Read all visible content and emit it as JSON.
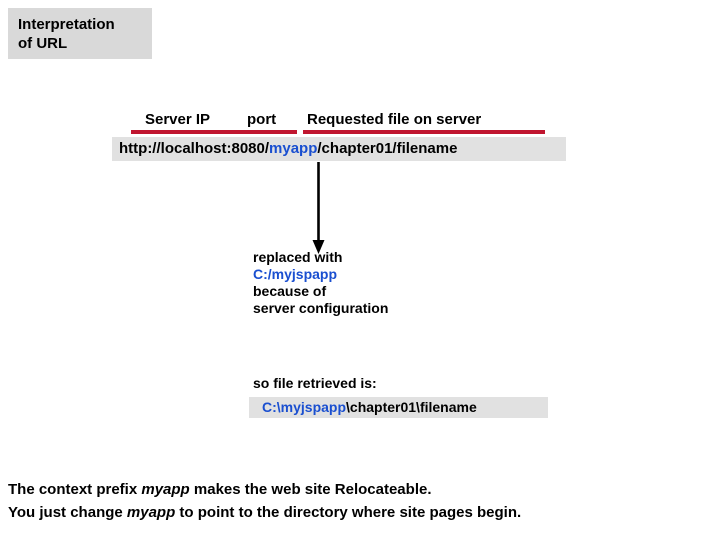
{
  "slide": {
    "title_lines": [
      "Interpretation",
      "of URL"
    ],
    "title_bg": "#d9d9d9"
  },
  "legend": {
    "server_ip": "Server IP",
    "port": "port",
    "requested_file": "Requested file on server",
    "rule_color": "#c0152f"
  },
  "url_bar": {
    "prefix": "http://localhost:8080/",
    "highlight": "myapp",
    "suffix": "/chapter01/filename",
    "highlight_color": "#1a4fd0",
    "bg": "#e1e1e1"
  },
  "arrow": {
    "name": "down-arrow",
    "color": "#000000"
  },
  "explanation": {
    "lines": [
      {
        "text": "replaced with",
        "color": "#000000"
      },
      {
        "text": "C:/myjspapp",
        "color": "#1a4fd0"
      },
      {
        "text": "because of",
        "color": "#000000"
      },
      {
        "text": "server configuration",
        "color": "#000000"
      }
    ]
  },
  "result": {
    "label": "so file retrieved is:",
    "path_highlight": "C:\\myjspapp",
    "path_rest": "\\chapter01\\filename",
    "bg": "#e1e1e1",
    "highlight_color": "#1a4fd0"
  },
  "footer": {
    "line1_a": "The context prefix ",
    "line1_em": "myapp",
    "line1_b": " makes the web site Relocateable.",
    "line2_a": "You just change ",
    "line2_em": "myapp",
    "line2_b": " to point to the directory where site pages begin."
  }
}
